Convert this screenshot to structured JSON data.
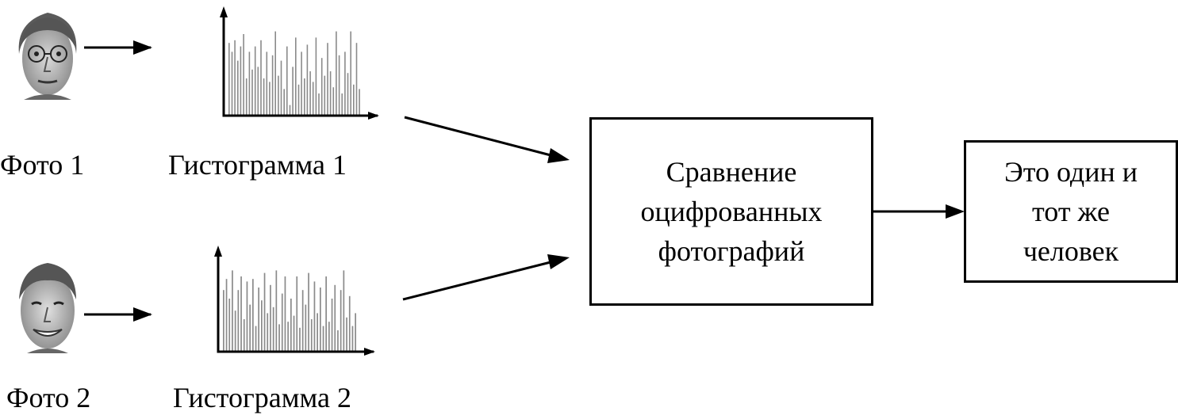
{
  "photo1": {
    "label": "Фото 1",
    "image": "face-photo-with-glasses"
  },
  "photo2": {
    "label": "Фото 2",
    "image": "face-photo-smiling"
  },
  "histogram1": {
    "label": "Гистограмма 1"
  },
  "histogram2": {
    "label": "Гистограмма 2"
  },
  "compare_box": {
    "lines": [
      "Сравнение",
      "оцифрованных",
      "фотографий"
    ]
  },
  "result_box": {
    "lines": [
      "Это один и",
      "тот же",
      "человек"
    ]
  },
  "colors": {
    "stroke": "#000000",
    "histogram_bars": "#8a8a8a",
    "background": "#ffffff"
  }
}
